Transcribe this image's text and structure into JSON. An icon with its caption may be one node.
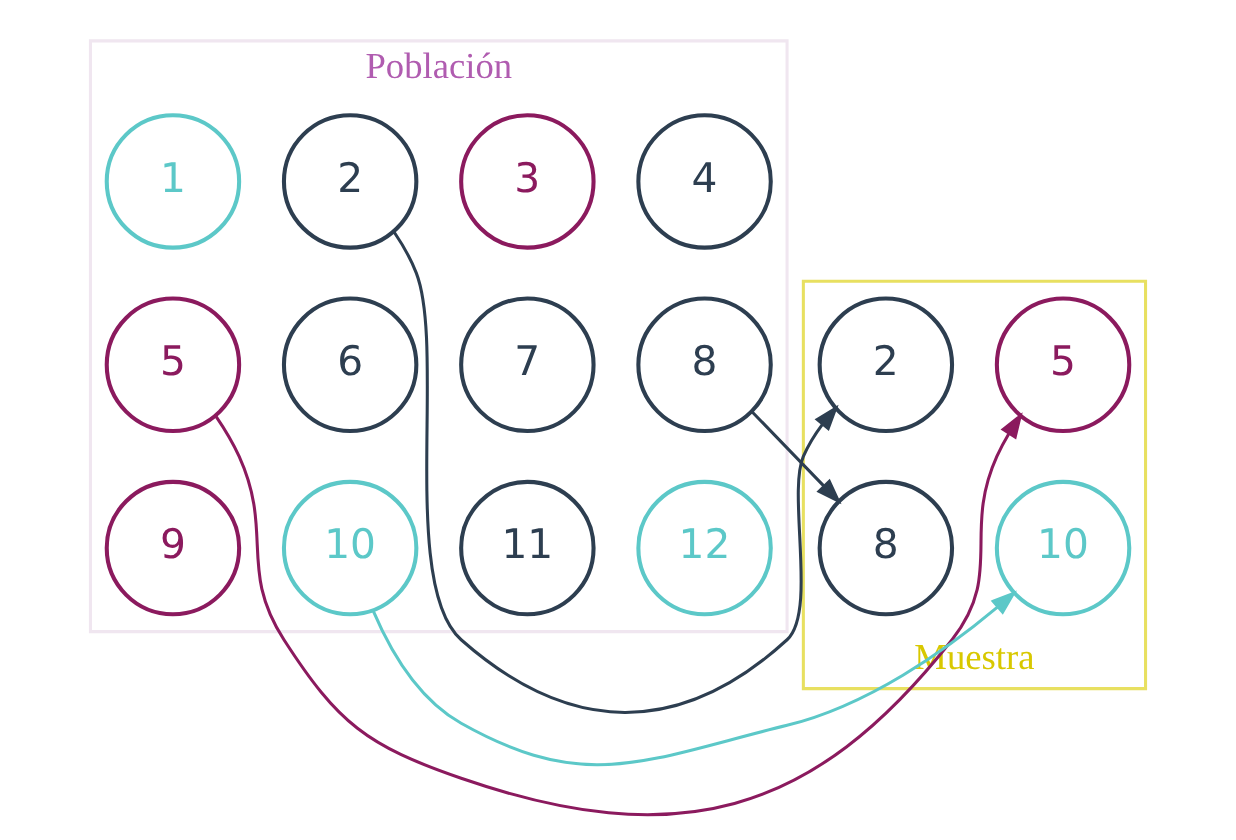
{
  "diagram": {
    "nodes": [
      {
        "text": [
          "Población"
        ]
      },
      {
        "text": [
          "1"
        ],
        "in": 0
      },
      {
        "text": [
          "2"
        ],
        "in": 0
      },
      {
        "text": [
          "3"
        ],
        "in": 0
      },
      {
        "text": [
          "4"
        ],
        "in": 0
      },
      {
        "text": [
          "5"
        ],
        "in": 0
      },
      {
        "text": [
          "6"
        ],
        "in": 0
      },
      {
        "text": [
          "7"
        ],
        "in": 0
      },
      {
        "text": [
          "8"
        ],
        "in": 0
      },
      {
        "text": [
          "9"
        ],
        "in": 0
      },
      {
        "text": [
          "10"
        ],
        "in": 0
      },
      {
        "text": [
          "11"
        ],
        "in": 0
      },
      {
        "text": [
          "12"
        ],
        "in": 0
      },
      {
        "text": [
          "Muestra"
        ]
      },
      {
        "text": [
          "2"
        ],
        "in": 13
      },
      {
        "text": [
          "5"
        ],
        "in": 13
      },
      {
        "text": [
          "8"
        ],
        "in": 13
      },
      {
        "text": [
          "10"
        ],
        "in": 13
      }
    ],
    "edges": [
      {
        "from": 2,
        "to": 14,
        "arrow": "to"
      },
      {
        "from": 5,
        "to": 15,
        "arrow": "to",
        "color": "#8b1a5e"
      },
      {
        "from": 8,
        "to": 16,
        "arrow": "to"
      },
      {
        "from": 10,
        "to": 17,
        "arrow": "to",
        "color": "#5cc8c8"
      }
    ]
  }
}
